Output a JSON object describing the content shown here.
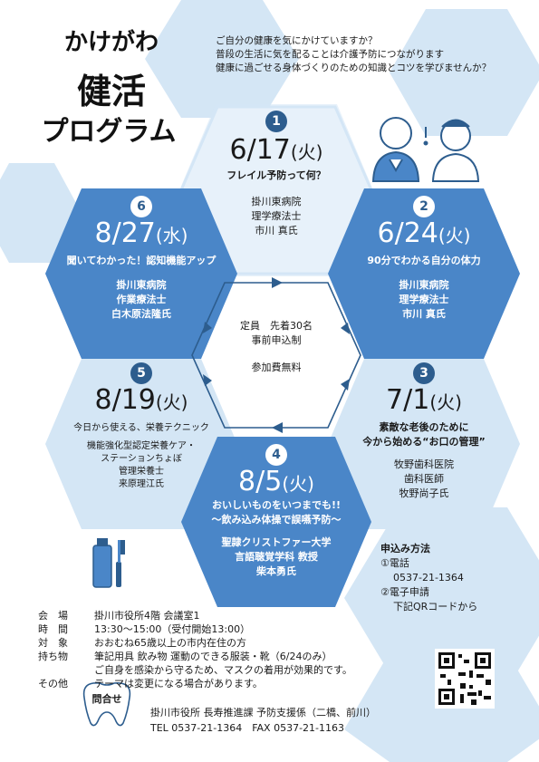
{
  "colors": {
    "dark_blue": "#4a86c8",
    "light_blue": "#d4e6f5",
    "navy": "#2d5d8e",
    "white": "#ffffff"
  },
  "title": {
    "line1": "かけがわ",
    "line2": "健活",
    "line3": "プログラム"
  },
  "intro": [
    "ご自分の健康を気にかけていますか？",
    "普段の生活に気を配ることは介護予防につながります",
    "健康に過ごせる身体づくりのための知識とコツを学びませんか？"
  ],
  "sessions": [
    {
      "num": "1",
      "date": "6/17",
      "dow": "(火)",
      "topic": "フレイル予防って何？",
      "lecturer": [
        "掛川東病院",
        "理学療法士",
        "市川 真氏"
      ]
    },
    {
      "num": "2",
      "date": "6/24",
      "dow": "(火)",
      "topic": "90分でわかる自分の体力",
      "lecturer": [
        "掛川東病院",
        "理学療法士",
        "市川 真氏"
      ]
    },
    {
      "num": "3",
      "date": "7/1",
      "dow": "(火)",
      "topic": "素敵な老後のために",
      "topic2": "今から始める“お口の管理”",
      "lecturer": [
        "牧野歯科医院",
        "歯科医師",
        "牧野尚子氏"
      ]
    },
    {
      "num": "4",
      "date": "8/5",
      "dow": "(火)",
      "topic": "おいしいものをいつまでも!!",
      "topic2": "～飲み込み体操で誤嚥予防～",
      "lecturer": [
        "聖隷クリストファー大学",
        "言語聴覚学科 教授",
        "柴本勇氏"
      ]
    },
    {
      "num": "5",
      "date": "8/19",
      "dow": "(火)",
      "topic": "今日から使える、栄養テクニック",
      "lecturer": [
        "機能強化型認定栄養ケア・",
        "ステーションちょぼ",
        "管理栄養士",
        "来原理江氏"
      ]
    },
    {
      "num": "6",
      "date": "8/27",
      "dow": "(水)",
      "topic": "聞いてわかった！認知機能アップ",
      "lecturer": [
        "掛川東病院",
        "作業療法士",
        "白木原法隆氏"
      ]
    }
  ],
  "center": {
    "line1": "定員　先着30名",
    "line2": "事前申込制",
    "line3": "参加費無料"
  },
  "apply": {
    "title": "申込み方法",
    "phone_label": "①電話",
    "phone": "0537-21-1364",
    "web_label": "②電子申請",
    "web_note": "下記QRコードから"
  },
  "info": [
    {
      "label": "会　場",
      "value": "掛川市役所4階 会議室1"
    },
    {
      "label": "時　間",
      "value": "13:30～15:00（受付開始13:00）"
    },
    {
      "label": "対　象",
      "value": "おおむね65歳以上の市内在住の方"
    },
    {
      "label": "持ち物",
      "value": "筆記用具 飲み物 運動のできる服装・靴（6/24のみ）"
    },
    {
      "label": "",
      "value": "ご自身を感染から守るため、マスクの着用が効果的です。"
    },
    {
      "label": "その他",
      "value": "テーマは変更になる場合があります。"
    }
  ],
  "contact": {
    "label": "問合せ",
    "line1": "掛川市役所 長寿推進課 予防支援係（二橋、前川）",
    "line2": "TEL 0537-21-1364　FAX 0537-21-1163"
  }
}
